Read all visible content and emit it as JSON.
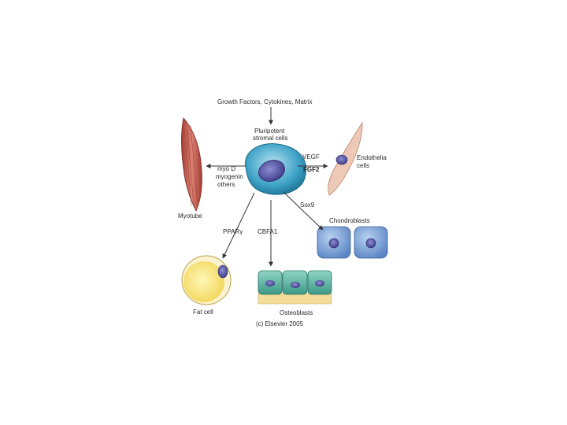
{
  "header": "Growth Factors, Cytokines, Matrix",
  "center_cell": {
    "line1": "Pluripotent",
    "line2": "stromal cells"
  },
  "factors": {
    "vegf": "VEGF",
    "fgf2": "FGF2",
    "myod_1": "myo D",
    "myod_2": "myogenin",
    "myod_3": "others",
    "sox9": "Sox9",
    "ppar": "PPARγ",
    "cbfa1": "CBFA1"
  },
  "outcomes": {
    "endothelial_1": "Endothelia",
    "endothelial_2": "cells",
    "myotube": "Myotube",
    "chondroblasts": "Chondroblasts",
    "fat_cell": "Fat cell",
    "osteoblasts": "Osteoblasts"
  },
  "copyright": "(c) Elsevier 2005",
  "colors": {
    "stromal_cell": "#3fa3c7",
    "nucleus": "#5b5aa8",
    "muscle": "#c45b4d",
    "endothelial": "#efc9b8",
    "chondro": "#7ea6d8",
    "fat": "#fbe98d",
    "osteo": "#57b4a4",
    "matrix": "#f4dc9a"
  }
}
